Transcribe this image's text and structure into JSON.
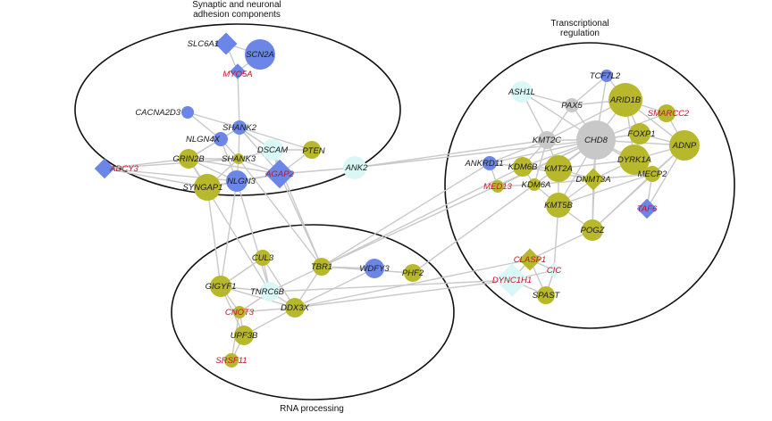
{
  "colors": {
    "blue": "#6b86e6",
    "olive": "#b8b82c",
    "cyan": "#d9f7f7",
    "grey": "#c8c8c8",
    "edge": "#c9c9c9",
    "label_default": "#1a1a1a",
    "label_red": "#c0152a",
    "cluster_stroke": "#111111"
  },
  "clusters": [
    {
      "id": "synaptic",
      "title_lines": [
        "Synaptic and neuronal",
        "adhesion components"
      ]
    },
    {
      "id": "transcriptional",
      "title_lines": [
        "Transcriptional",
        "regulation"
      ]
    },
    {
      "id": "rna",
      "title_lines": [
        "RNA processing"
      ]
    }
  ],
  "nodes": [
    {
      "id": "SLC6A1",
      "label": "SLC6A1",
      "shape": "diamond",
      "color": "blue",
      "label_color": "default"
    },
    {
      "id": "SCN2A",
      "label": "SCN2A",
      "shape": "circle",
      "color": "blue",
      "label_color": "default"
    },
    {
      "id": "MYO5A",
      "label": "MYO5A",
      "shape": "diamond",
      "color": "blue",
      "label_color": "red"
    },
    {
      "id": "CACNA2D3",
      "label": "CACNA2D3",
      "shape": "circle",
      "color": "blue",
      "label_color": "default"
    },
    {
      "id": "SHANK2",
      "label": "SHANK2",
      "shape": "circle",
      "color": "blue",
      "label_color": "default"
    },
    {
      "id": "NLGN4X",
      "label": "NLGN4X",
      "shape": "circle",
      "color": "blue",
      "label_color": "default"
    },
    {
      "id": "DSCAM",
      "label": "DSCAM",
      "shape": "circle",
      "color": "cyan",
      "label_color": "default"
    },
    {
      "id": "PTEN",
      "label": "PTEN",
      "shape": "circle",
      "color": "olive",
      "label_color": "default"
    },
    {
      "id": "GRIN2B",
      "label": "GRIN2B",
      "shape": "circle",
      "color": "olive",
      "label_color": "default"
    },
    {
      "id": "SHANK3",
      "label": "SHANK3",
      "shape": "circle",
      "color": "olive",
      "label_color": "default"
    },
    {
      "id": "ADCY3",
      "label": "ADCY3",
      "shape": "diamond",
      "color": "blue",
      "label_color": "red"
    },
    {
      "id": "AGAP2",
      "label": "AGAP2",
      "shape": "diamond",
      "color": "blue",
      "label_color": "red"
    },
    {
      "id": "ANK2",
      "label": "ANK2",
      "shape": "circle",
      "color": "cyan",
      "label_color": "default"
    },
    {
      "id": "SYNGAP1",
      "label": "SYNGAP1",
      "shape": "circle",
      "color": "olive",
      "label_color": "default"
    },
    {
      "id": "NLGN3",
      "label": "NLGN3",
      "shape": "circle",
      "color": "blue",
      "label_color": "default"
    },
    {
      "id": "TCF7L2",
      "label": "TCF7L2",
      "shape": "circle",
      "color": "blue",
      "label_color": "default"
    },
    {
      "id": "ASH1L",
      "label": "ASH1L",
      "shape": "circle",
      "color": "cyan",
      "label_color": "default"
    },
    {
      "id": "ARID1B",
      "label": "ARID1B",
      "shape": "circle",
      "color": "olive",
      "label_color": "default"
    },
    {
      "id": "PAX5",
      "label": "PAX5",
      "shape": "circle",
      "color": "grey",
      "label_color": "default"
    },
    {
      "id": "SMARCC2",
      "label": "SMARCC2",
      "shape": "circle",
      "color": "olive",
      "label_color": "red"
    },
    {
      "id": "FOXP1",
      "label": "FOXP1",
      "shape": "circle",
      "color": "olive",
      "label_color": "default"
    },
    {
      "id": "CHD8",
      "label": "CHD8",
      "shape": "circle",
      "color": "grey",
      "label_color": "default"
    },
    {
      "id": "KMT2C",
      "label": "KMT2C",
      "shape": "circle",
      "color": "grey",
      "label_color": "default"
    },
    {
      "id": "ADNP",
      "label": "ADNP",
      "shape": "circle",
      "color": "olive",
      "label_color": "default"
    },
    {
      "id": "DYRK1A",
      "label": "DYRK1A",
      "shape": "circle",
      "color": "olive",
      "label_color": "default"
    },
    {
      "id": "ANKRD11",
      "label": "ANKRD11",
      "shape": "circle",
      "color": "blue",
      "label_color": "default"
    },
    {
      "id": "KDM6B",
      "label": "KDM6B",
      "shape": "circle",
      "color": "olive",
      "label_color": "default"
    },
    {
      "id": "KMT2A",
      "label": "KMT2A",
      "shape": "circle",
      "color": "olive",
      "label_color": "default"
    },
    {
      "id": "MECP2",
      "label": "MECP2",
      "shape": "circle",
      "color": "olive",
      "label_color": "default"
    },
    {
      "id": "MED13",
      "label": "MED13",
      "shape": "circle",
      "color": "olive",
      "label_color": "red"
    },
    {
      "id": "KDM6A",
      "label": "KDM6A",
      "shape": "circle",
      "color": "olive",
      "label_color": "default"
    },
    {
      "id": "DNMT3A",
      "label": "DNMT3A",
      "shape": "diamond",
      "color": "olive",
      "label_color": "default"
    },
    {
      "id": "KMT5B",
      "label": "KMT5B",
      "shape": "circle",
      "color": "olive",
      "label_color": "default"
    },
    {
      "id": "TAF6",
      "label": "TAF6",
      "shape": "diamond",
      "color": "blue",
      "label_color": "red"
    },
    {
      "id": "POGZ",
      "label": "POGZ",
      "shape": "circle",
      "color": "olive",
      "label_color": "default"
    },
    {
      "id": "CLASP1",
      "label": "CLASP1",
      "shape": "diamond",
      "color": "olive",
      "label_color": "red"
    },
    {
      "id": "CIC",
      "label": "CIC",
      "shape": "diamond",
      "color": "cyan",
      "label_color": "red"
    },
    {
      "id": "DYNC1H1",
      "label": "DYNC1H1",
      "shape": "diamond",
      "color": "cyan",
      "label_color": "red"
    },
    {
      "id": "SPAST",
      "label": "SPAST",
      "shape": "circle",
      "color": "olive",
      "label_color": "default"
    },
    {
      "id": "CUL3",
      "label": "CUL3",
      "shape": "circle",
      "color": "olive",
      "label_color": "default"
    },
    {
      "id": "TBR1",
      "label": "TBR1",
      "shape": "circle",
      "color": "olive",
      "label_color": "default"
    },
    {
      "id": "WDFY3",
      "label": "WDFY3",
      "shape": "circle",
      "color": "blue",
      "label_color": "default"
    },
    {
      "id": "PHF2",
      "label": "PHF2",
      "shape": "circle",
      "color": "olive",
      "label_color": "default"
    },
    {
      "id": "GIGYF1",
      "label": "GIGYF1",
      "shape": "circle",
      "color": "olive",
      "label_color": "default"
    },
    {
      "id": "TNRC6B",
      "label": "TNRC6B",
      "shape": "circle",
      "color": "cyan",
      "label_color": "default"
    },
    {
      "id": "CNOT3",
      "label": "CNOT3",
      "shape": "circle",
      "color": "olive",
      "label_color": "red"
    },
    {
      "id": "DDX3X",
      "label": "DDX3X",
      "shape": "circle",
      "color": "olive",
      "label_color": "default"
    },
    {
      "id": "UPF3B",
      "label": "UPF3B",
      "shape": "circle",
      "color": "olive",
      "label_color": "default"
    },
    {
      "id": "SRSF11",
      "label": "SRSF11",
      "shape": "circle",
      "color": "olive",
      "label_color": "red"
    }
  ],
  "edges": [
    [
      "SLC6A1",
      "SCN2A"
    ],
    [
      "SLC6A1",
      "MYO5A"
    ],
    [
      "SCN2A",
      "MYO5A"
    ],
    [
      "MYO5A",
      "SHANK2"
    ],
    [
      "CACNA2D3",
      "SHANK2"
    ],
    [
      "CACNA2D3",
      "NLGN4X"
    ],
    [
      "SHANK2",
      "NLGN4X"
    ],
    [
      "SHANK2",
      "SHANK3"
    ],
    [
      "SHANK2",
      "DSCAM"
    ],
    [
      "SHANK2",
      "GRIN2B"
    ],
    [
      "SHANK2",
      "AGAP2"
    ],
    [
      "SHANK2",
      "PTEN"
    ],
    [
      "NLGN4X",
      "SHANK3"
    ],
    [
      "NLGN4X",
      "NLGN3"
    ],
    [
      "NLGN4X",
      "GRIN2B"
    ],
    [
      "SHANK3",
      "NLGN3"
    ],
    [
      "SHANK3",
      "SYNGAP1"
    ],
    [
      "SHANK3",
      "AGAP2"
    ],
    [
      "SHANK3",
      "DSCAM"
    ],
    [
      "SHANK3",
      "GRIN2B"
    ],
    [
      "GRIN2B",
      "SYNGAP1"
    ],
    [
      "GRIN2B",
      "NLGN3"
    ],
    [
      "GRIN2B",
      "AGAP2"
    ],
    [
      "ADCY3",
      "GRIN2B"
    ],
    [
      "ADCY3",
      "SYNGAP1"
    ],
    [
      "ADCY3",
      "SHANK3"
    ],
    [
      "ADCY3",
      "NLGN3"
    ],
    [
      "SYNGAP1",
      "NLGN3"
    ],
    [
      "SYNGAP1",
      "AGAP2"
    ],
    [
      "NLGN3",
      "AGAP2"
    ],
    [
      "AGAP2",
      "DSCAM"
    ],
    [
      "AGAP2",
      "PTEN"
    ],
    [
      "AGAP2",
      "ANK2"
    ],
    [
      "PTEN",
      "DSCAM"
    ],
    [
      "ANK2",
      "CHD8"
    ],
    [
      "ANK2",
      "KMT2C"
    ],
    [
      "AGAP2",
      "TBR1"
    ],
    [
      "NLGN3",
      "GIGYF1"
    ],
    [
      "SYNGAP1",
      "GIGYF1"
    ],
    [
      "SHANK3",
      "TBR1"
    ],
    [
      "GRIN2B",
      "TNRC6B"
    ],
    [
      "NLGN3",
      "TNRC6B"
    ],
    [
      "DSCAM",
      "TBR1"
    ],
    [
      "TCF7L2",
      "ARID1B"
    ],
    [
      "TCF7L2",
      "PAX5"
    ],
    [
      "TCF7L2",
      "CHD8"
    ],
    [
      "ASH1L",
      "CHD8"
    ],
    [
      "ASH1L",
      "KMT2C"
    ],
    [
      "ASH1L",
      "PAX5"
    ],
    [
      "ARID1B",
      "CHD8"
    ],
    [
      "ARID1B",
      "SMARCC2"
    ],
    [
      "ARID1B",
      "PAX5"
    ],
    [
      "ARID1B",
      "FOXP1"
    ],
    [
      "ARID1B",
      "ADNP"
    ],
    [
      "ARID1B",
      "DYRK1A"
    ],
    [
      "ARID1B",
      "KMT2C"
    ],
    [
      "PAX5",
      "CHD8"
    ],
    [
      "PAX5",
      "KMT2C"
    ],
    [
      "SMARCC2",
      "ADNP"
    ],
    [
      "SMARCC2",
      "CHD8"
    ],
    [
      "FOXP1",
      "CHD8"
    ],
    [
      "FOXP1",
      "DYRK1A"
    ],
    [
      "FOXP1",
      "ADNP"
    ],
    [
      "CHD8",
      "KMT2C"
    ],
    [
      "CHD8",
      "KDM6B"
    ],
    [
      "CHD8",
      "KMT2A"
    ],
    [
      "CHD8",
      "DYRK1A"
    ],
    [
      "CHD8",
      "ADNP"
    ],
    [
      "CHD8",
      "DNMT3A"
    ],
    [
      "CHD8",
      "KMT5B"
    ],
    [
      "CHD8",
      "POGZ"
    ],
    [
      "CHD8",
      "ANKRD11"
    ],
    [
      "CHD8",
      "KDM6A"
    ],
    [
      "CHD8",
      "MECP2"
    ],
    [
      "CHD8",
      "MED13"
    ],
    [
      "KMT2C",
      "KDM6B"
    ],
    [
      "KMT2C",
      "KMT2A"
    ],
    [
      "KMT2C",
      "ANKRD11"
    ],
    [
      "KMT2A",
      "KDM6B"
    ],
    [
      "KMT2A",
      "DNMT3A"
    ],
    [
      "KMT2A",
      "DYRK1A"
    ],
    [
      "KMT2A",
      "KMT5B"
    ],
    [
      "DYRK1A",
      "ADNP"
    ],
    [
      "DYRK1A",
      "DNMT3A"
    ],
    [
      "DYRK1A",
      "MECP2"
    ],
    [
      "DNMT3A",
      "MECP2"
    ],
    [
      "DNMT3A",
      "KMT5B"
    ],
    [
      "DNMT3A",
      "POGZ"
    ],
    [
      "KDM6A",
      "KDM6B"
    ],
    [
      "KDM6A",
      "KMT5B"
    ],
    [
      "KDM6A",
      "DNMT3A"
    ],
    [
      "ANKRD11",
      "KDM6B"
    ],
    [
      "ANKRD11",
      "MED13"
    ],
    [
      "MED13",
      "KDM6A"
    ],
    [
      "KMT5B",
      "POGZ"
    ],
    [
      "KMT5B",
      "MECP2"
    ],
    [
      "MECP2",
      "TAF6"
    ],
    [
      "ADNP",
      "MECP2"
    ],
    [
      "POGZ",
      "MECP2"
    ],
    [
      "POGZ",
      "ADNP"
    ],
    [
      "TAF6",
      "ADNP"
    ],
    [
      "KDM6B",
      "DNMT3A"
    ],
    [
      "KMT2C",
      "KDM6A"
    ],
    [
      "CLASP1",
      "CIC"
    ],
    [
      "CLASP1",
      "DYNC1H1"
    ],
    [
      "CLASP1",
      "SPAST"
    ],
    [
      "DYNC1H1",
      "SPAST"
    ],
    [
      "CIC",
      "SPAST"
    ],
    [
      "DYNC1H1",
      "CIC"
    ],
    [
      "CLASP1",
      "POGZ"
    ],
    [
      "CIC",
      "KMT5B"
    ],
    [
      "TBR1",
      "KDM6B"
    ],
    [
      "TBR1",
      "ANKRD11"
    ],
    [
      "TBR1",
      "DDX3X"
    ],
    [
      "TBR1",
      "CHD8"
    ],
    [
      "WDFY3",
      "TBR1"
    ],
    [
      "WDFY3",
      "DDX3X"
    ],
    [
      "PHF2",
      "KDM6A"
    ],
    [
      "PHF2",
      "TBR1"
    ],
    [
      "DDX3X",
      "DYNC1H1"
    ],
    [
      "DDX3X",
      "CLASP1"
    ],
    [
      "TNRC6B",
      "DYNC1H1"
    ],
    [
      "CUL3",
      "TNRC6B"
    ],
    [
      "CUL3",
      "DDX3X"
    ],
    [
      "CUL3",
      "GIGYF1"
    ],
    [
      "GIGYF1",
      "TNRC6B"
    ],
    [
      "GIGYF1",
      "CNOT3"
    ],
    [
      "GIGYF1",
      "DDX3X"
    ],
    [
      "TNRC6B",
      "CNOT3"
    ],
    [
      "TNRC6B",
      "DDX3X"
    ],
    [
      "CNOT3",
      "DDX3X"
    ],
    [
      "CNOT3",
      "UPF3B"
    ],
    [
      "DDX3X",
      "UPF3B"
    ],
    [
      "UPF3B",
      "SRSF11"
    ],
    [
      "CNOT3",
      "SRSF11"
    ],
    [
      "GIGYF1",
      "UPF3B"
    ],
    [
      "TBR1",
      "TNRC6B"
    ]
  ]
}
